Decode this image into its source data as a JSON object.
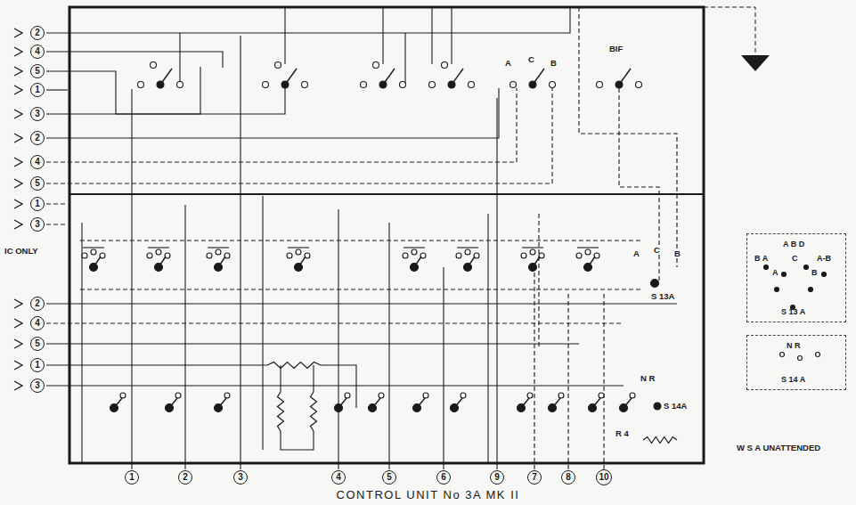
{
  "diagram": {
    "caption": "CONTROL UNIT No 3A MK II",
    "nodes": [
      {
        "text": [
          "2"
        ]
      },
      {
        "text": [
          "4"
        ]
      },
      {
        "text": [
          "5"
        ]
      },
      {
        "text": [
          "1"
        ]
      },
      {
        "text": [
          "3"
        ]
      },
      {
        "text": [
          "2"
        ]
      },
      {
        "text": [
          "4"
        ]
      },
      {
        "text": [
          "5"
        ]
      },
      {
        "text": [
          "1"
        ]
      },
      {
        "text": [
          "3"
        ]
      },
      {
        "text": [
          "2"
        ]
      },
      {
        "text": [
          "4"
        ]
      },
      {
        "text": [
          "5"
        ]
      },
      {
        "text": [
          "1"
        ]
      },
      {
        "text": [
          "3"
        ]
      },
      {
        "text": [
          "1"
        ]
      },
      {
        "text": [
          "2"
        ]
      },
      {
        "text": [
          "3"
        ]
      },
      {
        "text": [
          "4"
        ]
      },
      {
        "text": [
          "5"
        ]
      },
      {
        "text": [
          "6"
        ]
      },
      {
        "text": [
          "9"
        ]
      },
      {
        "text": [
          "7"
        ]
      },
      {
        "text": [
          "8"
        ]
      },
      {
        "text": [
          "10"
        ]
      },
      {
        "text": [
          "A B D",
          "B A",
          "C",
          "A-B",
          "A",
          "B",
          "S 13 A"
        ]
      },
      {
        "text": [
          "N R",
          "S 14 A"
        ]
      }
    ],
    "labels": [
      "IC ONLY",
      "A",
      "C",
      "B",
      "BIF",
      "A",
      "C",
      "B",
      "S 13A",
      "N R",
      "S 14A",
      "R 4",
      "W S A UNATTENDED"
    ]
  }
}
